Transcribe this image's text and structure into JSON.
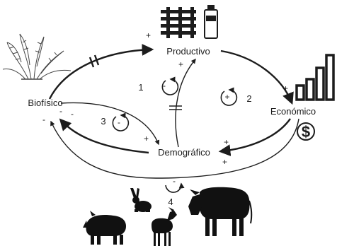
{
  "diagram": {
    "nodes": {
      "productivo": "Productivo",
      "economico": "Económico",
      "demografico": "Demográfico",
      "biofisico": "Biofísico"
    },
    "loops": [
      {
        "number": "1",
        "polarity": "-"
      },
      {
        "number": "2",
        "polarity": "+"
      },
      {
        "number": "3",
        "polarity": "-"
      },
      {
        "number": "4",
        "polarity": "-"
      }
    ],
    "signs": {
      "bio_to_prod": "+",
      "prod_to_eco": "+",
      "eco_to_dem": "+",
      "eco_to_bio_outer": "+",
      "dem_to_prod": "+",
      "bio_to_dem": "+",
      "dem_to_bio": "-",
      "bio_left_1": "-",
      "bio_left_2": "-"
    },
    "currency_symbol": "$",
    "icons": [
      "plant-icon",
      "fence-icon",
      "bottle-icon",
      "bar-chart-icon",
      "dollar-icon",
      "rabbit-icon",
      "pig-icon",
      "goat-icon",
      "cow-icon"
    ],
    "colors": {
      "ink": "#1c1c1c",
      "background": "#ffffff"
    }
  }
}
